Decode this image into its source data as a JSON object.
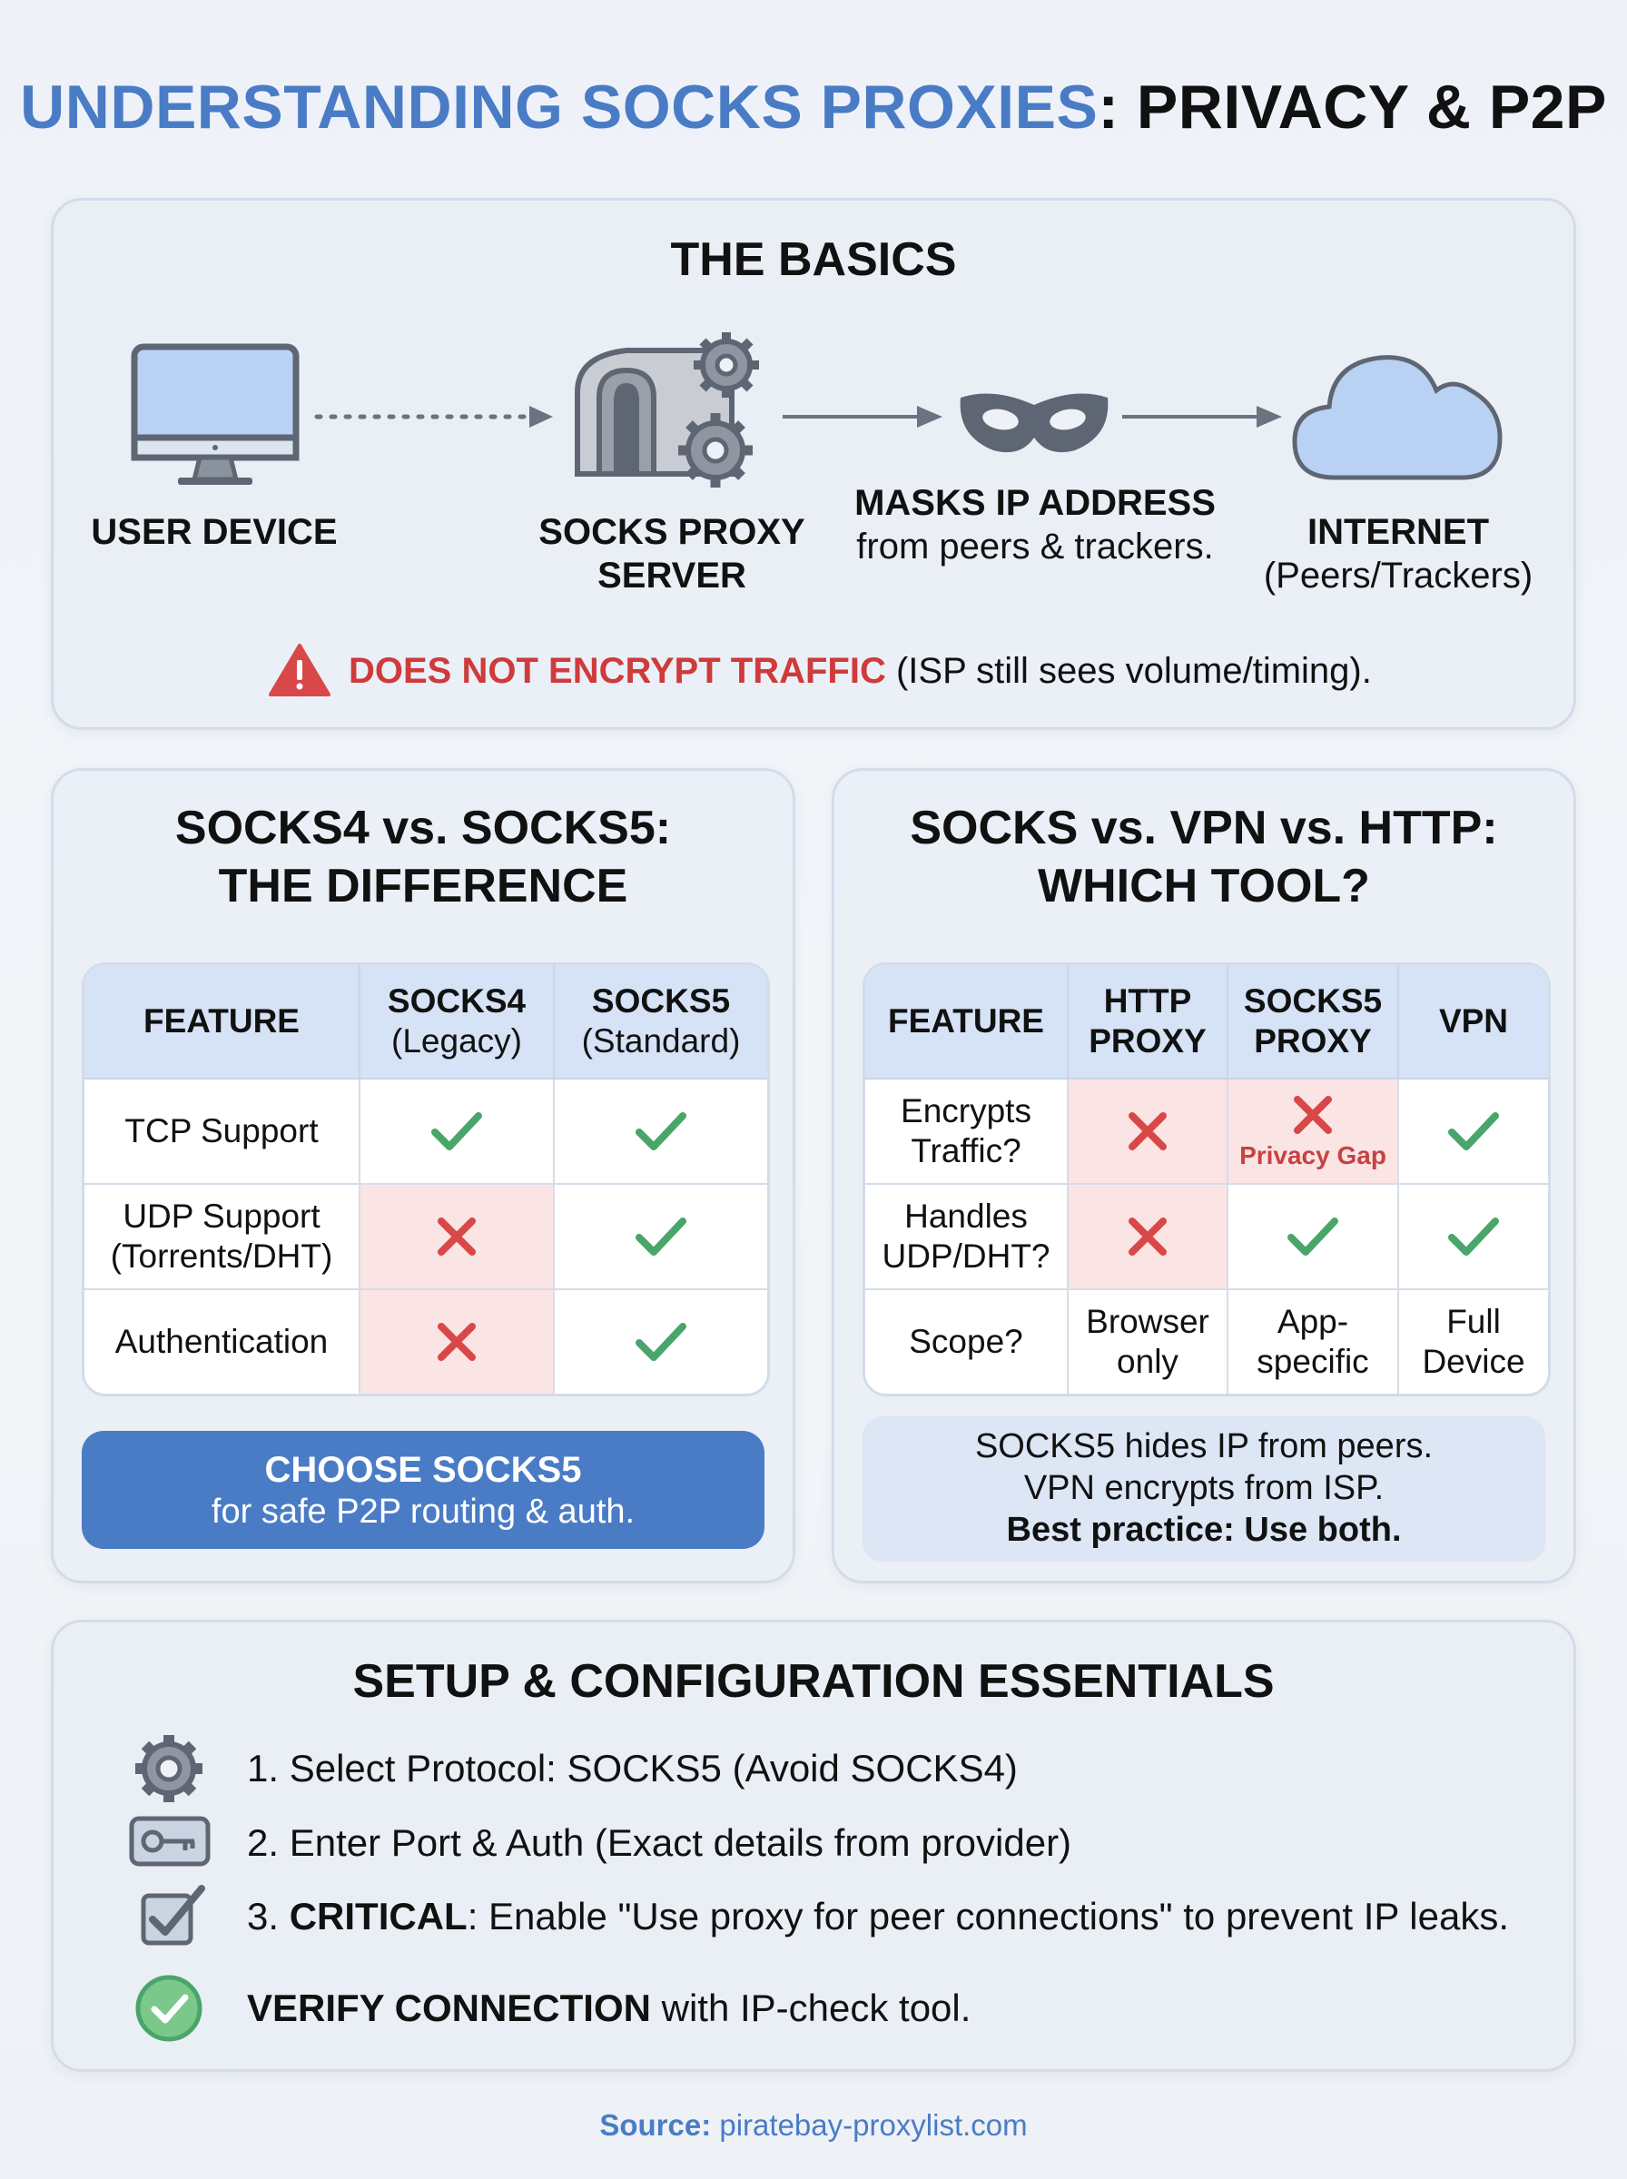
{
  "title": {
    "highlight": "UNDERSTANDING SOCKS PROXIES",
    "rest": ": PRIVACY & P2P"
  },
  "basics": {
    "heading": "THE BASICS",
    "user_device": "USER DEVICE",
    "proxy_server_line1": "SOCKS PROXY",
    "proxy_server_line2": "SERVER",
    "mask_title": "MASKS IP ADDRESS",
    "mask_sub": "from peers & trackers.",
    "internet_title": "INTERNET",
    "internet_sub": "(Peers/Trackers)",
    "warning_bold": "DOES NOT ENCRYPT TRAFFIC",
    "warning_rest": " (ISP still sees volume/timing)."
  },
  "socks_diff": {
    "heading_line1": "SOCKS4 vs. SOCKS5:",
    "heading_line2": "THE DIFFERENCE",
    "col_feature": "FEATURE",
    "col_socks4": "SOCKS4",
    "col_socks4_sub": "(Legacy)",
    "col_socks5": "SOCKS5",
    "col_socks5_sub": "(Standard)",
    "rows": [
      {
        "feature": "TCP Support",
        "socks4": "check",
        "socks5": "check"
      },
      {
        "feature_line1": "UDP Support",
        "feature_line2": "(Torrents/DHT)",
        "socks4": "cross",
        "socks5": "check"
      },
      {
        "feature": "Authentication",
        "socks4": "cross",
        "socks5": "check"
      }
    ],
    "cta_bold": "CHOOSE SOCKS5",
    "cta_sub": "for safe P2P routing & auth."
  },
  "compare": {
    "heading_line1": "SOCKS vs. VPN vs. HTTP:",
    "heading_line2": "WHICH TOOL?",
    "col_feature": "FEATURE",
    "col_http_line1": "HTTP",
    "col_http_line2": "PROXY",
    "col_socks5_line1": "SOCKS5",
    "col_socks5_line2": "PROXY",
    "col_vpn": "VPN",
    "row1_line1": "Encrypts",
    "row1_line2": "Traffic?",
    "row1_gap": "Privacy Gap",
    "row2_line1": "Handles",
    "row2_line2": "UDP/DHT?",
    "row3": "Scope?",
    "scope_http_line1": "Browser",
    "scope_http_line2": "only",
    "scope_socks_line1": "App-",
    "scope_socks_line2": "specific",
    "scope_vpn_line1": "Full",
    "scope_vpn_line2": "Device",
    "note_line1": "SOCKS5 hides IP from peers.",
    "note_line2": "VPN encrypts from ISP.",
    "note_line3": "Best practice: Use both."
  },
  "setup": {
    "heading": "SETUP & CONFIGURATION ESSENTIALS",
    "step1": "1. Select Protocol: SOCKS5 (Avoid SOCKS4)",
    "step2": "2. Enter Port & Auth (Exact details from provider)",
    "step3_prefix": "3. ",
    "step3_bold": "CRITICAL",
    "step3_rest": ": Enable \"Use proxy for peer connections\" to prevent IP leaks.",
    "step4_bold": "VERIFY CONNECTION",
    "step4_rest": " with IP-check tool."
  },
  "source": {
    "label": "Source:",
    "value": " piratebay-proxylist.com"
  },
  "colors": {
    "accent": "#4a7cc6",
    "danger": "#cf3a3a",
    "success": "#4aa56a",
    "icon": "#5e6673"
  }
}
